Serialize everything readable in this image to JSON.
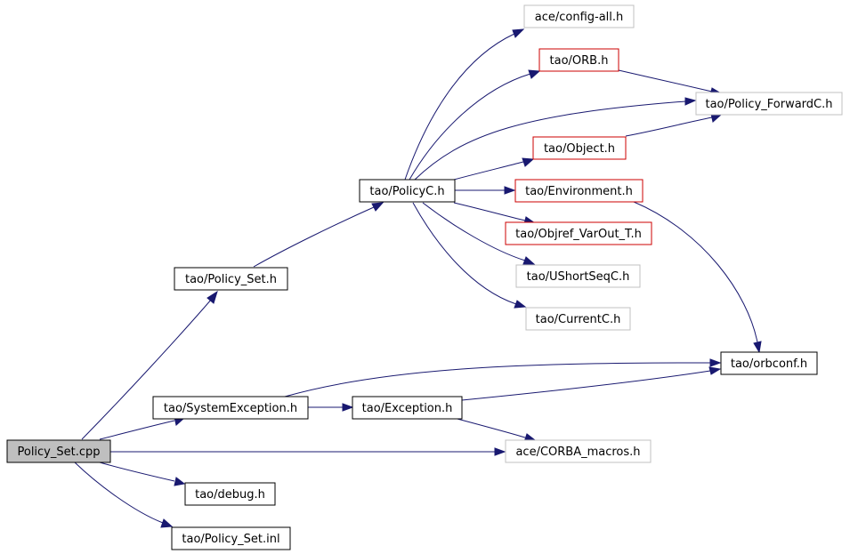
{
  "diagram": {
    "colors": {
      "edge": "#191970",
      "border_default": "#000000",
      "border_external": "#c0c0c0",
      "border_incomplete": "#cc0000",
      "fill_default": "#ffffff",
      "fill_root": "#bfbfbf"
    },
    "nodes": {
      "policy_set_cpp": "Policy_Set.cpp",
      "policy_set_h": "tao/Policy_Set.h",
      "system_exception_h": "tao/SystemException.h",
      "debug_h": "tao/debug.h",
      "policy_set_inl": "tao/Policy_Set.inl",
      "policy_c_h": "tao/PolicyC.h",
      "exception_h": "tao/Exception.h",
      "corba_macros_h": "ace/CORBA_macros.h",
      "orbconf_h": "tao/orbconf.h",
      "config_all_h": "ace/config-all.h",
      "orb_h": "tao/ORB.h",
      "policy_forward_c_h": "tao/Policy_ForwardC.h",
      "object_h": "tao/Object.h",
      "environment_h": "tao/Environment.h",
      "objref_varout_t_h": "tao/Objref_VarOut_T.h",
      "ushort_seq_c_h": "tao/UShortSeqC.h",
      "current_c_h": "tao/CurrentC.h"
    }
  }
}
